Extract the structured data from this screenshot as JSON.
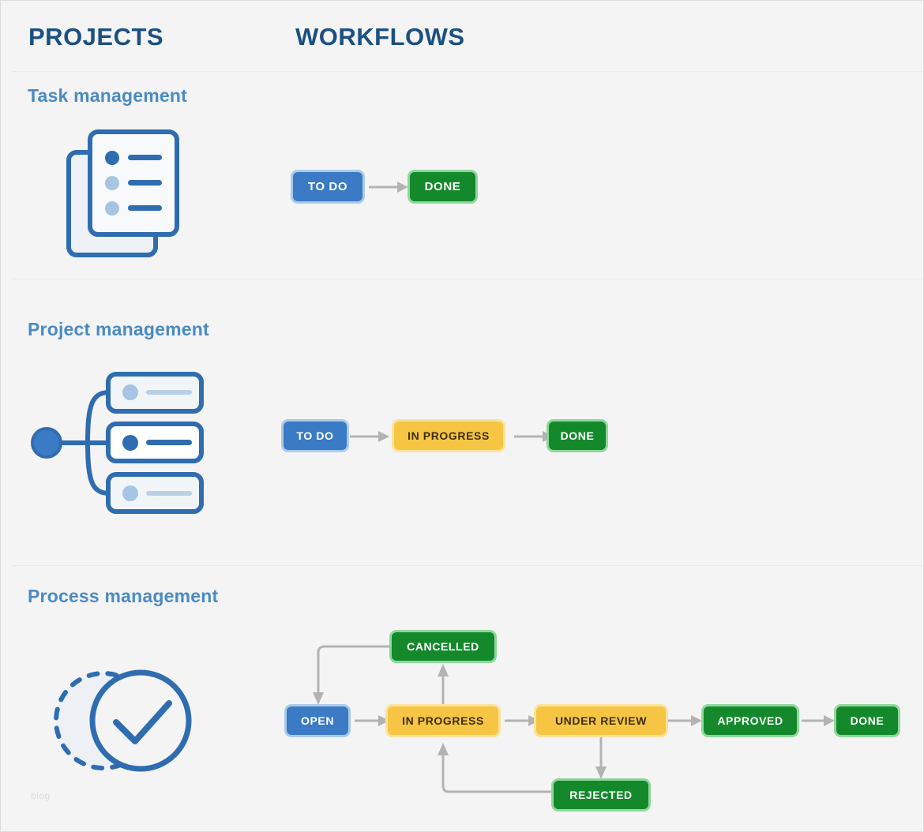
{
  "header": {
    "projects_label": "PROJECTS",
    "workflows_label": "WORKFLOWS"
  },
  "watermark": "blog",
  "colors": {
    "background": "#f4f4f4",
    "frame_border": "#dcdcdc",
    "divider": "#e4ebf0",
    "heading_navy": "#1b5080",
    "section_title_blue": "#4a8ac4",
    "badge_blue": "#3b7ac4",
    "badge_blue_ring": "#a9cbe9",
    "badge_green": "#14892c",
    "badge_green_ring": "#8fd79b",
    "badge_yellow": "#f6c544",
    "badge_yellow_ring": "#fbe29a",
    "badge_yellow_text": "#3b2d08",
    "connector_grey": "#b3b3b3",
    "icon_blue": "#2f6cb0",
    "icon_blue_light": "#a6c4e3",
    "icon_fill": "#f7f9fb"
  },
  "sections": [
    {
      "title": "Task management",
      "icon": "stacked-documents-checklist-icon",
      "workflow": {
        "nodes": [
          {
            "label": "TO DO",
            "color": "blue"
          },
          {
            "label": "DONE",
            "color": "green"
          }
        ],
        "edges": [
          {
            "from": "TO DO",
            "to": "DONE",
            "type": "straight-right"
          }
        ]
      }
    },
    {
      "title": "Project management",
      "icon": "branching-nodes-icon",
      "workflow": {
        "nodes": [
          {
            "label": "TO DO",
            "color": "blue"
          },
          {
            "label": "IN PROGRESS",
            "color": "yellow"
          },
          {
            "label": "DONE",
            "color": "green"
          }
        ],
        "edges": [
          {
            "from": "TO DO",
            "to": "IN PROGRESS",
            "type": "straight-right"
          },
          {
            "from": "IN PROGRESS",
            "to": "DONE",
            "type": "straight-right"
          }
        ]
      }
    },
    {
      "title": "Process management",
      "icon": "dashed-circle-checkmark-icon",
      "workflow": {
        "nodes": [
          {
            "label": "OPEN",
            "color": "blue"
          },
          {
            "label": "IN PROGRESS",
            "color": "yellow"
          },
          {
            "label": "UNDER REVIEW",
            "color": "yellow"
          },
          {
            "label": "APPROVED",
            "color": "green"
          },
          {
            "label": "DONE",
            "color": "green"
          },
          {
            "label": "CANCELLED",
            "color": "green"
          },
          {
            "label": "REJECTED",
            "color": "green"
          }
        ],
        "edges": [
          {
            "from": "OPEN",
            "to": "IN PROGRESS",
            "type": "straight-right"
          },
          {
            "from": "IN PROGRESS",
            "to": "UNDER REVIEW",
            "type": "straight-right"
          },
          {
            "from": "UNDER REVIEW",
            "to": "APPROVED",
            "type": "straight-right"
          },
          {
            "from": "APPROVED",
            "to": "DONE",
            "type": "straight-right"
          },
          {
            "from": "IN PROGRESS",
            "to": "CANCELLED",
            "type": "straight-up"
          },
          {
            "from": "CANCELLED",
            "to": "OPEN",
            "type": "elbow-left-down"
          },
          {
            "from": "UNDER REVIEW",
            "to": "REJECTED",
            "type": "straight-down"
          },
          {
            "from": "REJECTED",
            "to": "IN PROGRESS",
            "type": "elbow-left-up"
          }
        ]
      }
    }
  ]
}
